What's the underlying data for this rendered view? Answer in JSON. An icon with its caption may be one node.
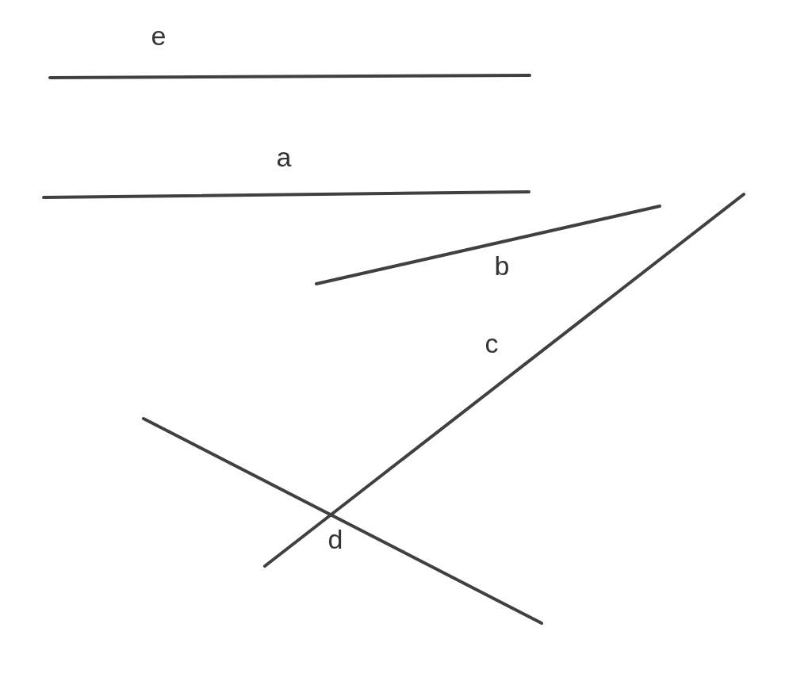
{
  "diagram": {
    "labels": [
      "e",
      "a",
      "b",
      "c",
      "d"
    ]
  }
}
